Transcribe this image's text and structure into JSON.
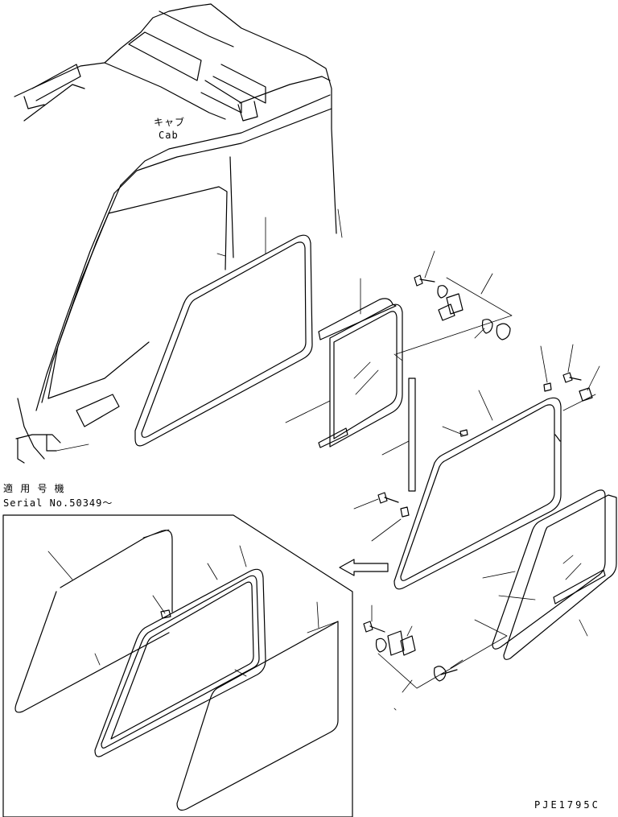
{
  "labels": {
    "cab_jp": "キャブ",
    "cab_en": "Cab",
    "serial_jp": "適 用 号 機",
    "serial_en": "Serial No.50349～",
    "drawing_code": "PJE1795C"
  }
}
